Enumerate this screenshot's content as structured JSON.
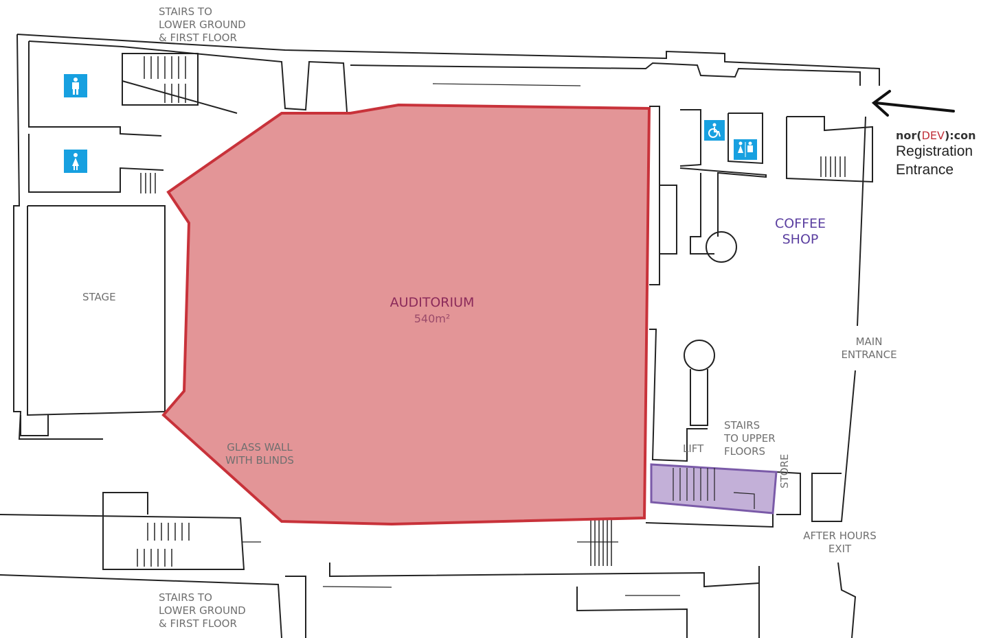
{
  "labels": {
    "stairs_top": [
      "STAIRS TO",
      "LOWER GROUND",
      "& FIRST FLOOR"
    ],
    "stairs_bottom": [
      "STAIRS TO",
      "LOWER GROUND",
      "& FIRST FLOOR"
    ],
    "stage": "STAGE",
    "auditorium": "AUDITORIUM",
    "auditorium_area": "540m²",
    "glass_wall": [
      "GLASS WALL",
      "WITH BLINDS"
    ],
    "coffee_shop": [
      "COFFEE",
      "SHOP"
    ],
    "main_entrance": [
      "MAIN",
      "ENTRANCE"
    ],
    "stairs_upper": [
      "STAIRS",
      "TO UPPER",
      "FLOORS"
    ],
    "lift": "LIFT",
    "store": "STORE",
    "after_hours_exit": [
      "AFTER HOURS",
      "EXIT"
    ]
  },
  "registration": {
    "brand_left": "nor(",
    "brand_mid": "DEV",
    "brand_right": "):con",
    "line1": "Registration",
    "line2": "Entrance"
  },
  "icons": [
    "male-toilet-icon",
    "female-toilet-icon",
    "accessible-toilet-icon",
    "unisex-toilet-icon",
    "entrance-arrow-icon"
  ],
  "colors": {
    "auditorium_fill": "#e39597",
    "auditorium_stroke": "#c8323a",
    "stairs_fill": "#c3b0d8",
    "stairs_stroke": "#7a5aa8",
    "wall": "#222222",
    "icon_bg": "#17a0e0"
  }
}
